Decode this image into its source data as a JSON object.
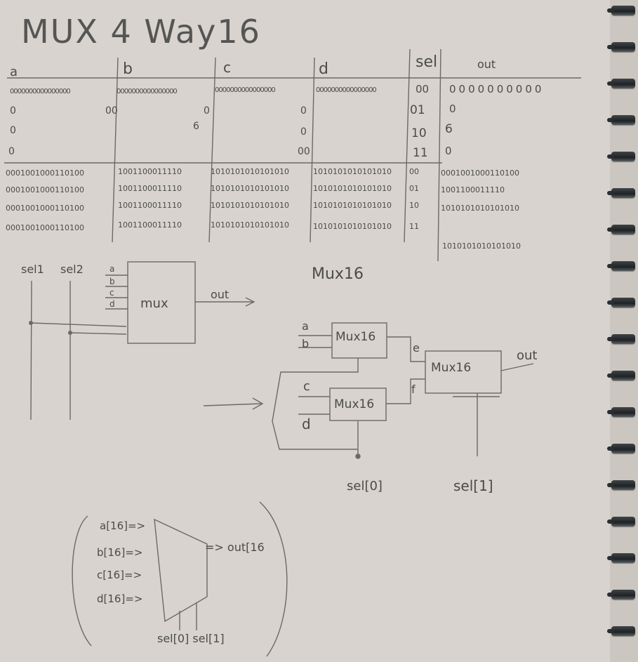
{
  "title": "MUX 4 Way16",
  "table": {
    "headers": [
      "a",
      "b",
      "c",
      "d",
      "sel",
      "out"
    ],
    "row_all_zero": [
      "0000000000000000",
      "0000000000000000",
      "0000000000000000",
      "0000000000000000",
      "00",
      "0000000000"
    ],
    "rows_single_zero": [
      [
        "0",
        "0",
        "00",
        "0",
        "0",
        "0",
        "0",
        "01",
        "0",
        "0"
      ],
      [
        "0",
        "0",
        "0",
        "6",
        "0",
        "0",
        "0",
        "10",
        "6",
        "0"
      ],
      [
        "0",
        "0",
        "0",
        "0",
        "00",
        "0",
        "0",
        "11",
        "0",
        "0"
      ]
    ],
    "rows_bits": [
      [
        "0001001000110100",
        "1001100011110",
        "1010101010101010",
        "1010101010101010",
        "00",
        "0001001000110100"
      ],
      [
        "0001001000110100",
        "1001100011110",
        "1010101010101010",
        "1010101010101010",
        "01",
        "1001100011110"
      ],
      [
        "0001001000110100",
        "1001100011110",
        "1010101010101010",
        "1010101010101010",
        "10",
        "1010101010101010"
      ],
      [
        "0001001000110100",
        "1001100011110",
        "1010101010101010",
        "1010101010101010",
        "11",
        "1010101010101010"
      ]
    ]
  },
  "diagram1": {
    "sel_labels": [
      "sel1",
      "sel2"
    ],
    "inputs": [
      "a",
      "b",
      "c",
      "d"
    ],
    "box_label": "mux",
    "out_label": "out"
  },
  "diagram2": {
    "heading": "Mux16",
    "mux_label": "Mux16",
    "mux2_label": "Mux16",
    "out_label": "out",
    "inputs": [
      "a",
      "b",
      "c",
      "d"
    ],
    "wires": [
      "e",
      "f"
    ],
    "sel0": "sel[0]",
    "sel1": "sel[1]"
  },
  "diagram3": {
    "inputs": [
      "a[16]=>",
      "b[16]=>",
      "c[16]=>",
      "d[16]=>"
    ],
    "output": "=> out[16",
    "sel": "sel[0] sel[1]"
  },
  "colors": {
    "paper": "#d8d3ce",
    "ink": "#4b4b4b",
    "ring": "#2a2e30"
  }
}
